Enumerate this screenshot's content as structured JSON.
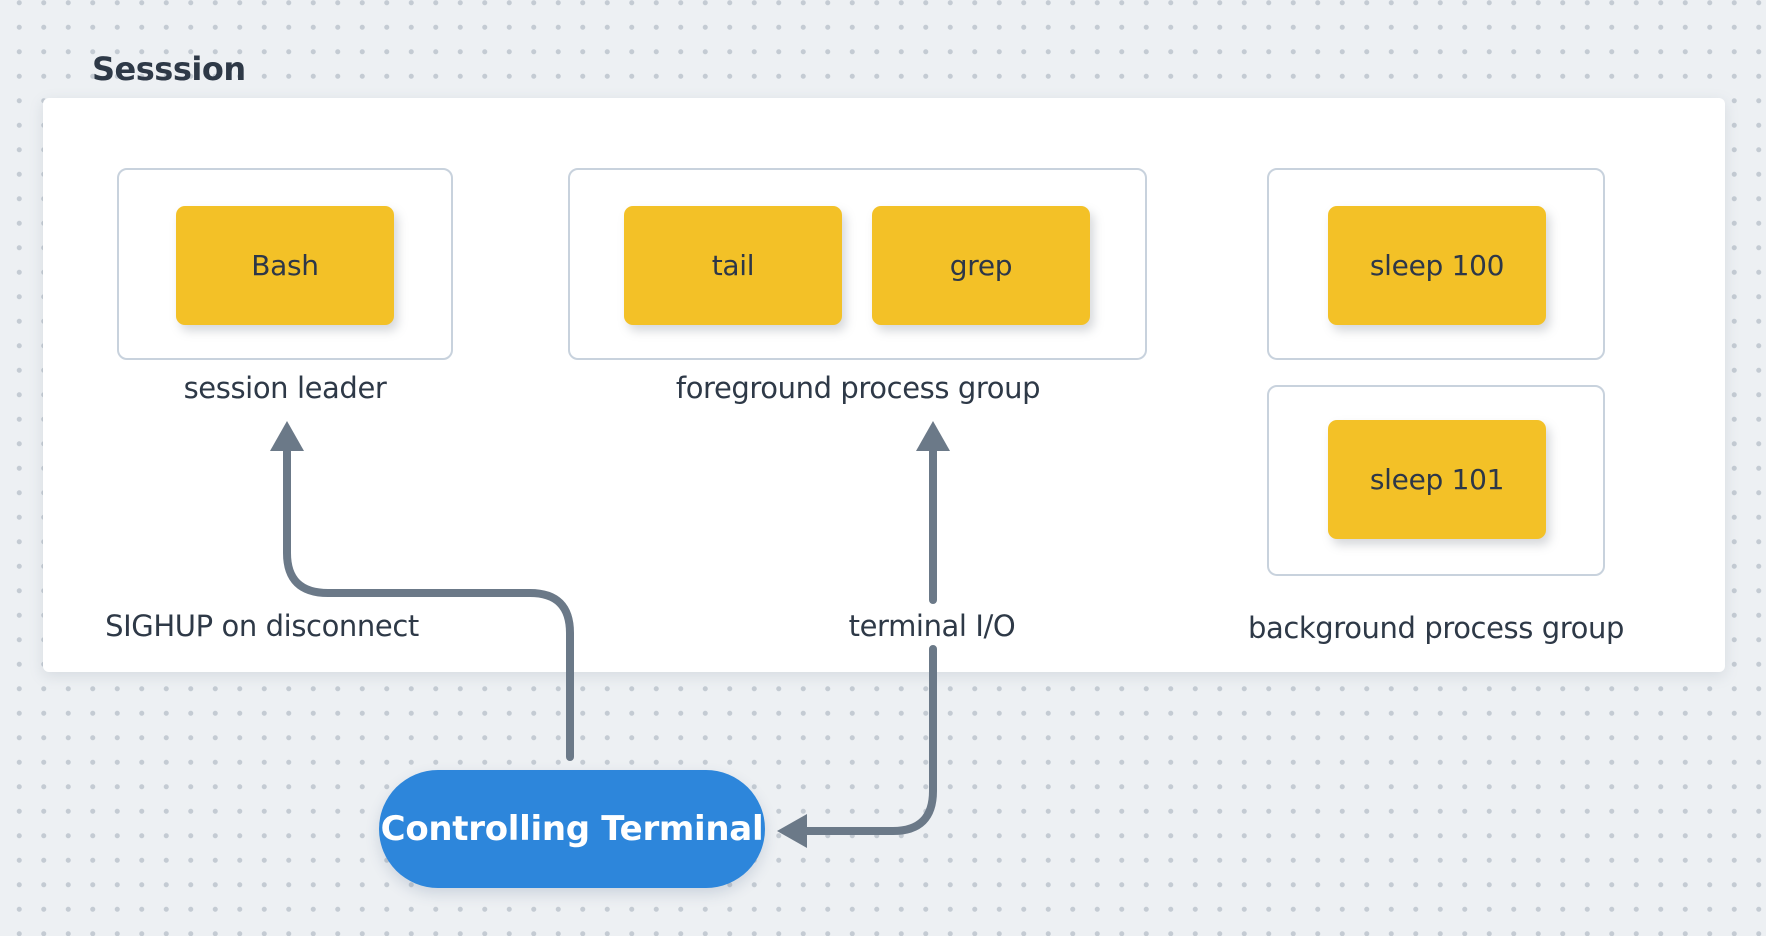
{
  "title": "Sesssion",
  "groups": [
    {
      "id": "session-leader",
      "label": "session leader",
      "nodes": [
        "Bash"
      ]
    },
    {
      "id": "foreground-process-group",
      "label": "foreground process group",
      "nodes": [
        "tail",
        "grep"
      ]
    },
    {
      "id": "background-process-group",
      "label": "background process group",
      "nodes": [
        "sleep 100",
        "sleep 101"
      ]
    }
  ],
  "arrows": [
    {
      "label": "SIGHUP on disconnect",
      "from": "Controlling Terminal",
      "to": "session leader"
    },
    {
      "label": "terminal I/O",
      "from": "Controlling Terminal",
      "to": "foreground process group"
    }
  ],
  "terminal": {
    "label": "Controlling Terminal"
  },
  "colors": {
    "bg": "#edf0f3",
    "dot": "#c4cbd3",
    "panel": "#ffffff",
    "border": "#c8d2dd",
    "node-fill": "#f3c127",
    "node-text": "#2d3748",
    "label": "#2e3947",
    "arrow": "#6b7988",
    "pill": "#2d86db",
    "pill-text": "#ffffff"
  }
}
